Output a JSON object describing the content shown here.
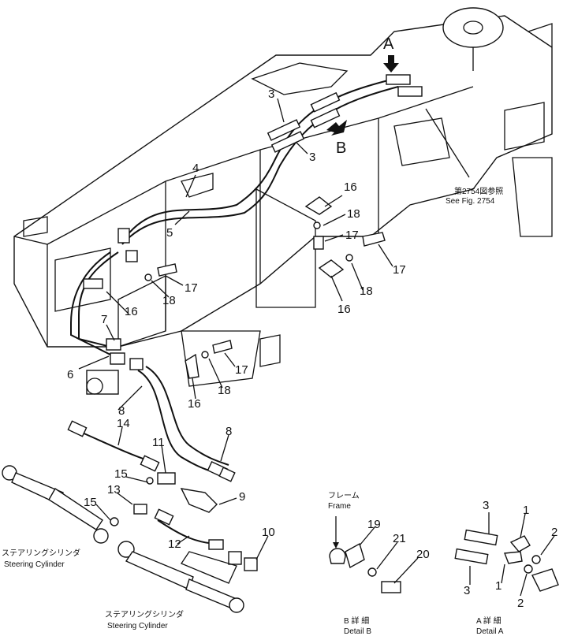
{
  "view_labels": {
    "view_a": "A",
    "view_b": "B"
  },
  "reference": {
    "jp": "第2754図参照",
    "en": "See Fig. 2754"
  },
  "parts": {
    "p1a": "1",
    "p1b": "1",
    "p2a": "2",
    "p2b": "2",
    "p3a": "3",
    "p3b": "3",
    "p3c": "3",
    "p3d": "3",
    "p4": "4",
    "p5": "5",
    "p6": "6",
    "p7": "7",
    "p8a": "8",
    "p8b": "8",
    "p9": "9",
    "p10": "10",
    "p11": "11",
    "p12": "12",
    "p13": "13",
    "p14": "14",
    "p15a": "15",
    "p15b": "15",
    "p16a": "16",
    "p16b": "16",
    "p16c": "16",
    "p16d": "16",
    "p17a": "17",
    "p17b": "17",
    "p17c": "17",
    "p17d": "17",
    "p18a": "18",
    "p18b": "18",
    "p18c": "18",
    "p18d": "18",
    "p19": "19",
    "p20": "20",
    "p21": "21"
  },
  "captions": {
    "steering_left_jp": "ステアリングシリンダ",
    "steering_left_en": "Steering Cylinder",
    "steering_right_jp": "ステアリングシリンダ",
    "steering_right_en": "Steering Cylinder",
    "frame_jp": "フレーム",
    "frame_en": "Frame",
    "detail_b_jp": "B 詳 細",
    "detail_b_en": "Detail B",
    "detail_a_jp": "A 詳 細",
    "detail_a_en": "Detail A"
  }
}
